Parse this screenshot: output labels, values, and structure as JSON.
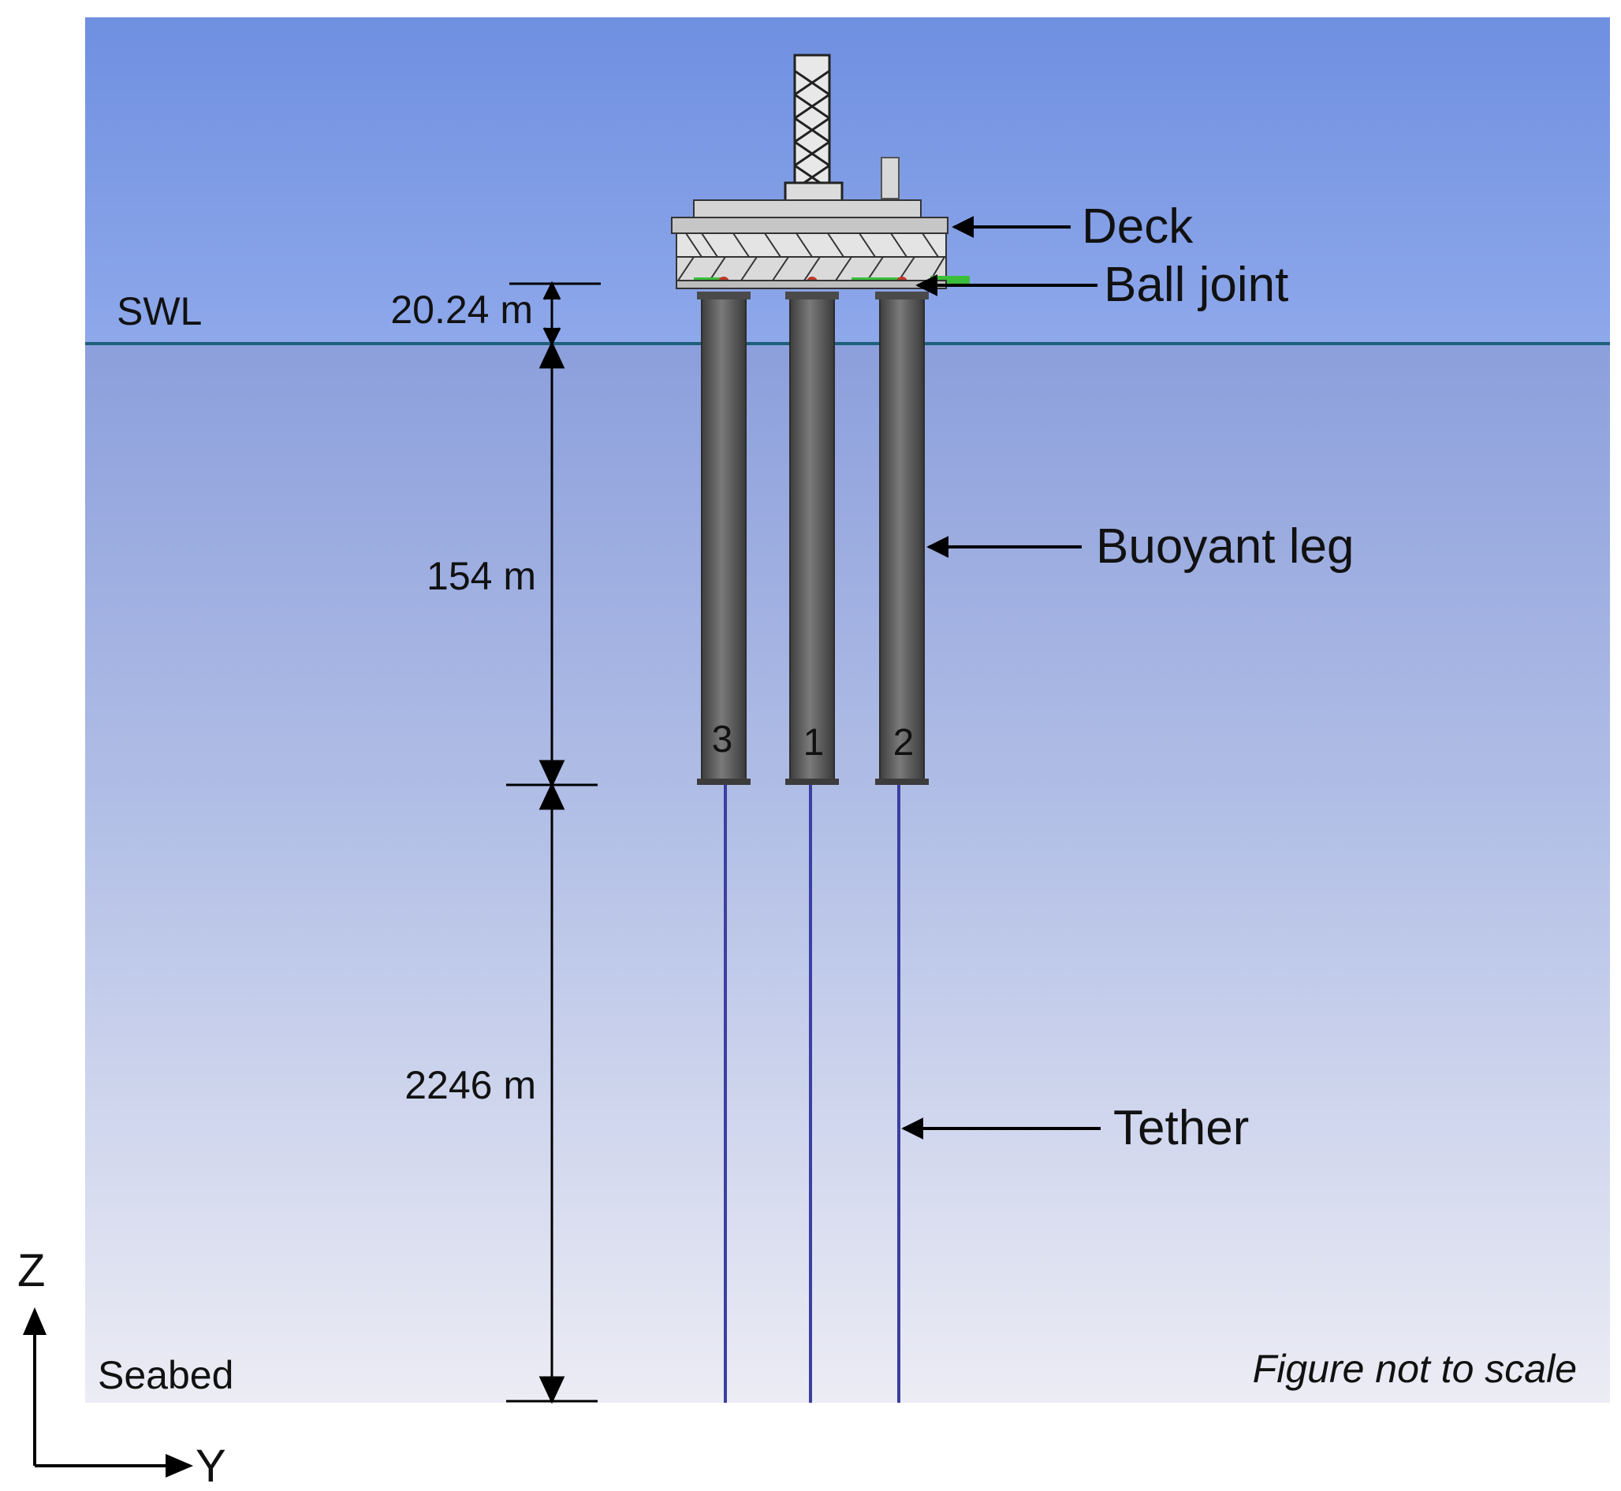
{
  "labels": {
    "swl": "SWL",
    "deck": "Deck",
    "ball_joint": "Ball joint",
    "buoyant_leg": "Buoyant leg",
    "tether": "Tether",
    "seabed": "Seabed",
    "not_to_scale": "Figure not to scale"
  },
  "dimensions": {
    "freeboard": "20.24 m",
    "leg_draft": "154 m",
    "tether_length": "2246 m"
  },
  "legs": [
    {
      "number": "3"
    },
    {
      "number": "1"
    },
    {
      "number": "2"
    }
  ],
  "axes": {
    "vertical": "Z",
    "horizontal": "Y"
  },
  "colors": {
    "sky_top": "#6f8fe0",
    "sky_bottom": "#8ea8ea",
    "water_top": "#8ca0dc",
    "water_bottom": "#ececf4",
    "swl_line": "#1f5f7a",
    "leg_fill": "#5e5e5e",
    "tether_line": "#3a3fa0"
  }
}
